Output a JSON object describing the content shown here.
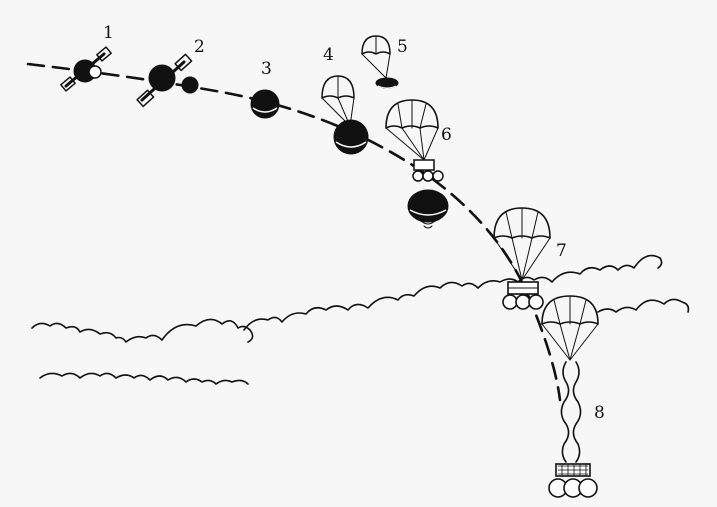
{
  "diagram": {
    "stage_labels": [
      "1",
      "2",
      "3",
      "4",
      "5",
      "6",
      "7",
      "8"
    ]
  }
}
